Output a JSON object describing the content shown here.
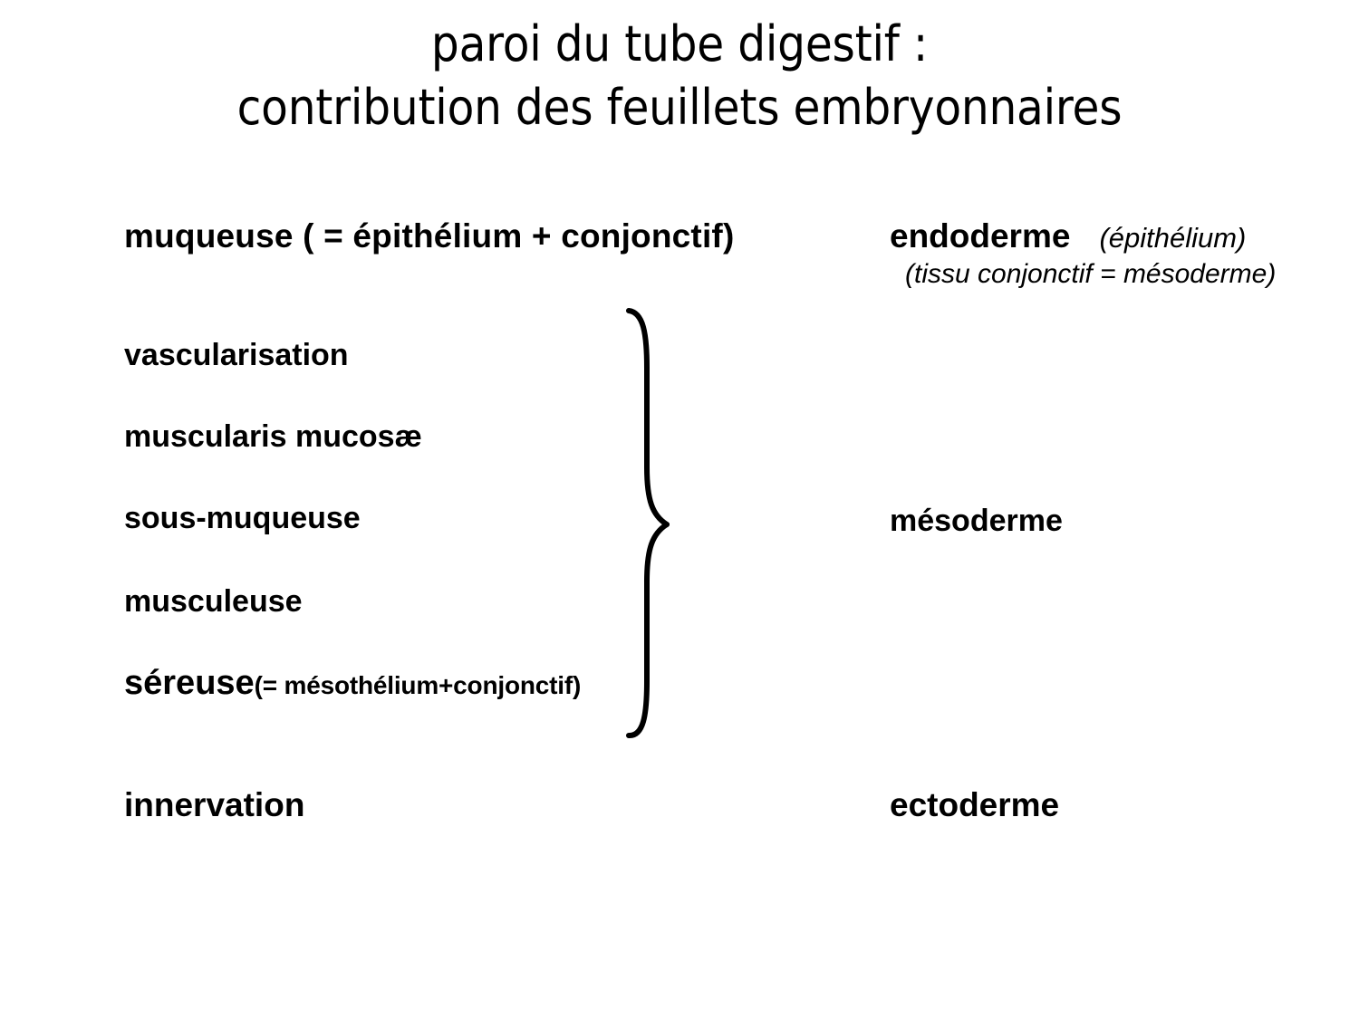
{
  "slide": {
    "background_color": "#ffffff",
    "text_color": "#000000"
  },
  "title": {
    "line1": "paroi du tube digestif :",
    "line2": "contribution des feuillets embryonnaires"
  },
  "layers": {
    "left_column": [
      {
        "key": "muqueuse",
        "label": "muqueuse ( = épithélium + conjonctif)"
      },
      {
        "key": "vascularisation",
        "label": "vascularisation"
      },
      {
        "key": "muscularis",
        "label": "muscularis  mucosæ"
      },
      {
        "key": "sous_muqueuse",
        "label": "sous-muqueuse"
      },
      {
        "key": "musculeuse",
        "label": "musculeuse"
      },
      {
        "key": "sereuse",
        "label": "séreuse",
        "note": "(= mésothélium+conjonctif)"
      },
      {
        "key": "innervation",
        "label": "innervation"
      }
    ],
    "right_column": [
      {
        "key": "endoderme",
        "label": "endoderme",
        "note": "(épithélium)",
        "note2": "(tissu conjonctif = mésoderme)"
      },
      {
        "key": "mesoderme",
        "label": "mésoderme"
      },
      {
        "key": "ectoderme",
        "label": "ectoderme"
      }
    ]
  },
  "brace": {
    "name": "curly-brace-grouping-mesoderm-layers",
    "groups_from": "vascularisation",
    "groups_to": "séreuse",
    "points_to": "mésoderme",
    "color": "#000000"
  }
}
